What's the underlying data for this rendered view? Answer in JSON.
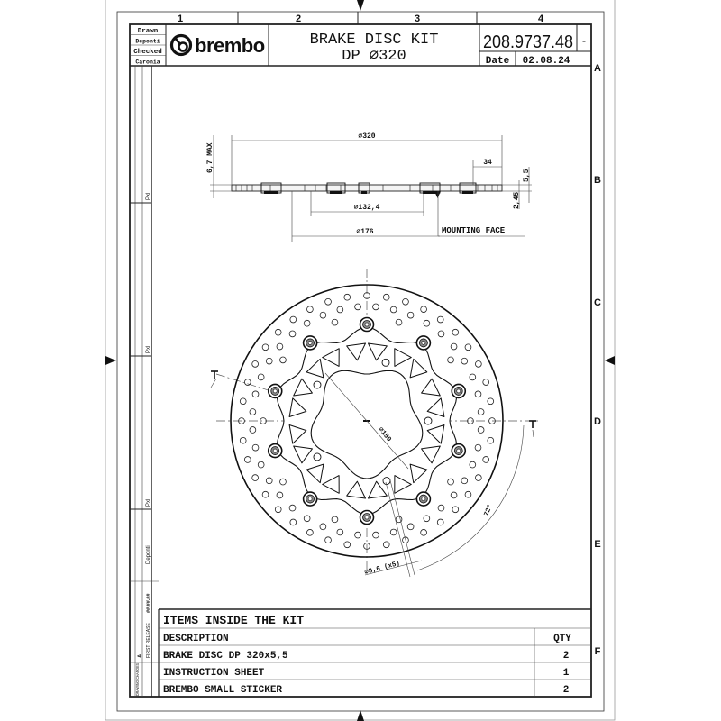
{
  "sheet": {
    "column_labels": [
      "1",
      "2",
      "3",
      "4"
    ],
    "row_labels": [
      "A",
      "B",
      "C",
      "D",
      "E",
      "F"
    ]
  },
  "title_block": {
    "roles": [
      "Drawn",
      "Deponti",
      "Checked",
      "Caronia"
    ],
    "logo_text": "brembo",
    "title_line1": "BRAKE DISC KIT",
    "title_line2": "DP ∅320",
    "part_number": "208.9737.48",
    "revision": "-",
    "date_label": "Date",
    "date_value": "02.08.24"
  },
  "side_strip": {
    "revision_labels": [
      "Pxl",
      "Pxl",
      "Pxl"
    ],
    "approver": "Deponti",
    "release_date": "##.##.##",
    "first_release": "FIRST RELEASE",
    "drawing_changes": "DRAWING CHANGES",
    "rev_mark": "A"
  },
  "section_view": {
    "dim_outer": "∅320",
    "dim_band": "34",
    "dim_height_max": "6,7 MAX",
    "dim_thickness": "5,5",
    "dim_offset": "2,45",
    "dim_pcd": "∅132,4",
    "dim_inner": "∅176",
    "mounting_face": "MOUNTING FACE"
  },
  "front_view": {
    "dim_bore": "∅150",
    "dim_holes": "∅8,6 (x5)",
    "dim_angle": "72°",
    "bolt_count": 10,
    "mounting_hole_count": 5
  },
  "kit_table": {
    "title": "ITEMS INSIDE THE KIT",
    "headers": {
      "description": "DESCRIPTION",
      "qty": "QTY"
    },
    "rows": [
      {
        "description": "BRAKE DISC DP 320x5,5",
        "qty": "2"
      },
      {
        "description": "INSTRUCTION SHEET",
        "qty": "1"
      },
      {
        "description": "BREMBO SMALL STICKER",
        "qty": "2"
      }
    ]
  }
}
